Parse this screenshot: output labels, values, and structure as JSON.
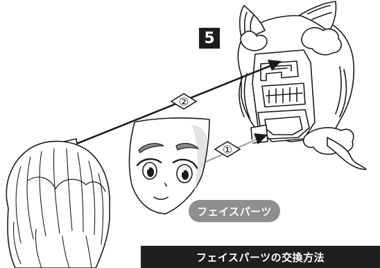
{
  "step": {
    "number": "5"
  },
  "markers": [
    {
      "label": "①"
    },
    {
      "label": "②"
    }
  ],
  "face_part_label": "フェイスパーツ",
  "section_title": "フェイスパーツの交換方法",
  "colors": {
    "ink": "#1a1a1a",
    "badge_bg": "#1d1d1d",
    "pill_bg": "#8e8e8e",
    "bar_bg": "#1f1f1f",
    "face_shadow": "#e3e3e3"
  }
}
